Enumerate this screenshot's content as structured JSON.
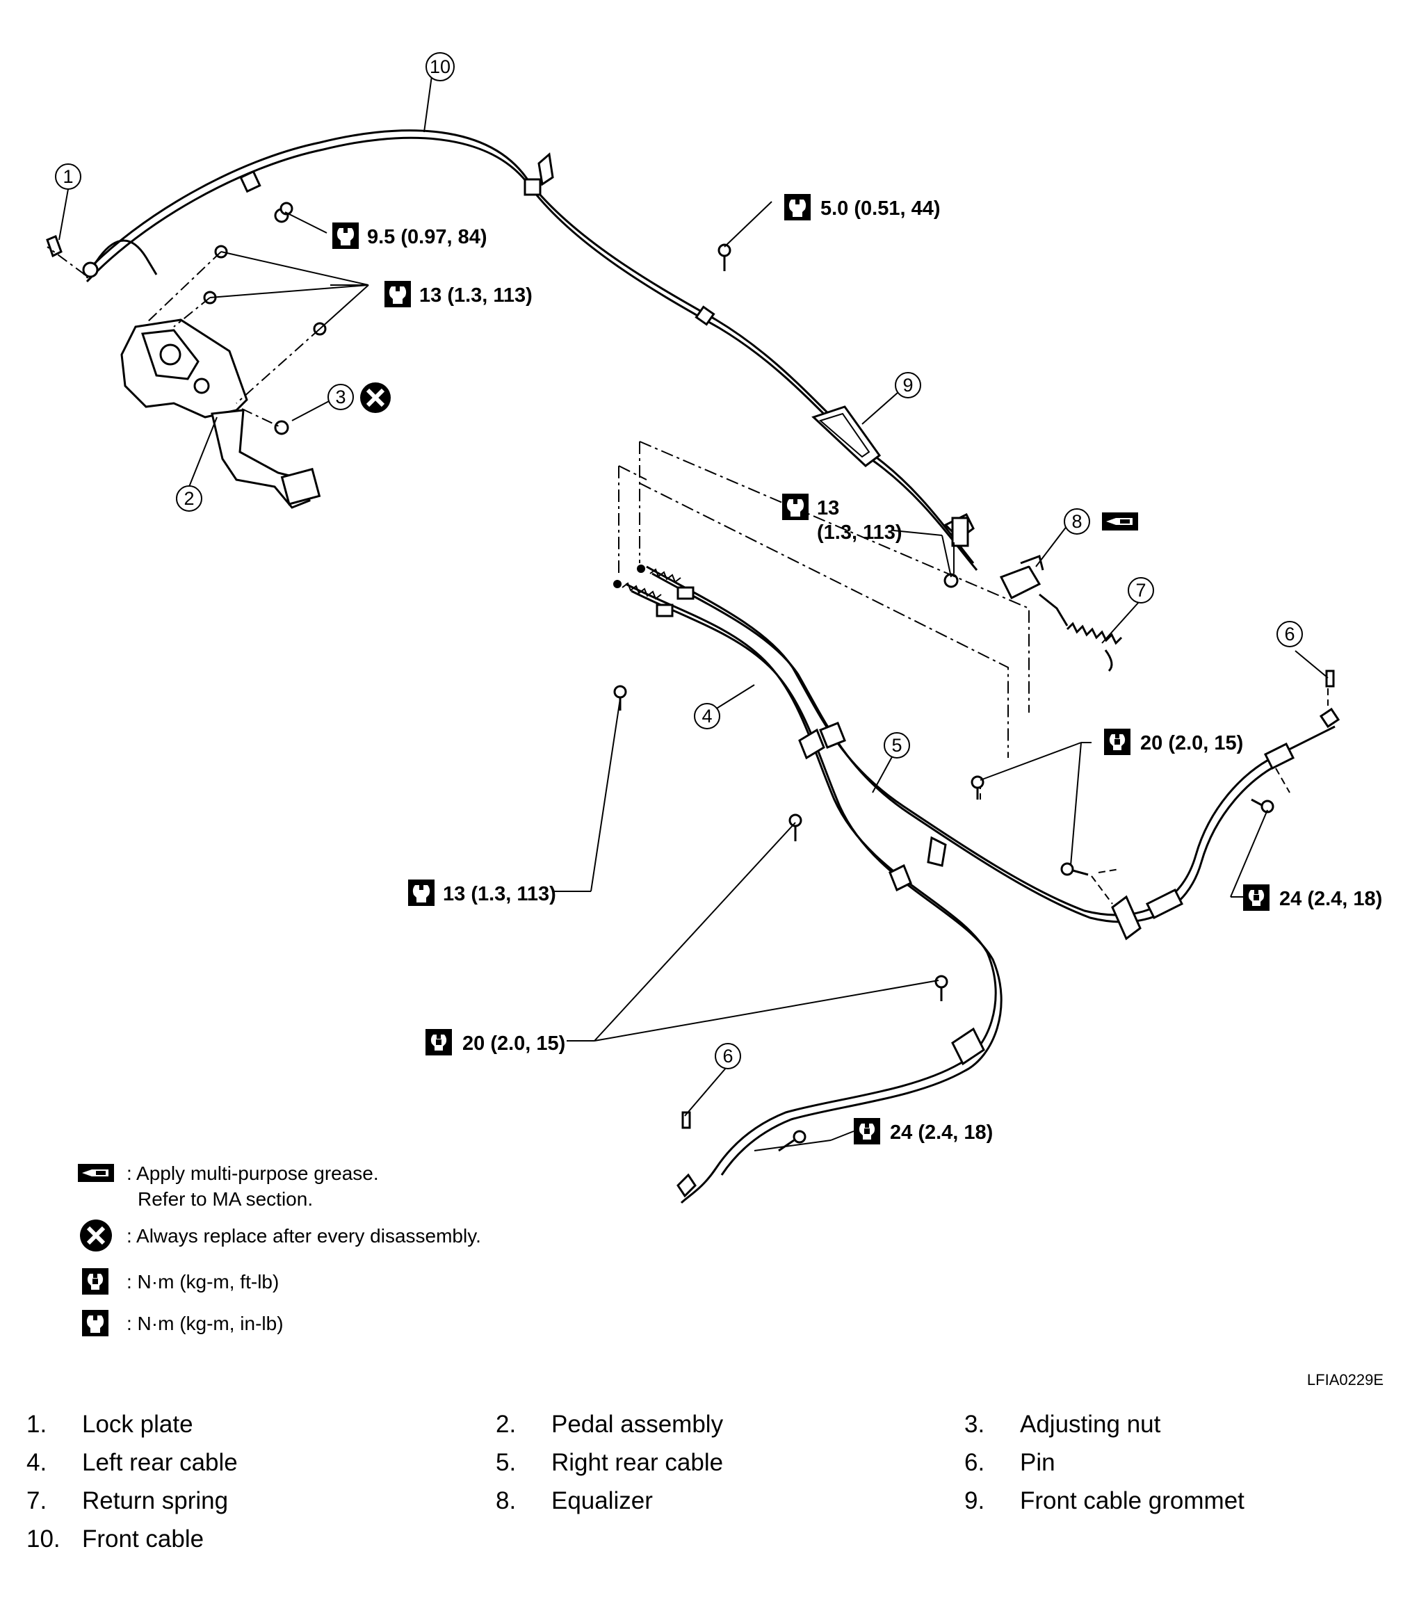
{
  "diagram": {
    "callouts": [
      "1",
      "2",
      "3",
      "4",
      "5",
      "6",
      "7",
      "8",
      "9",
      "10",
      "6"
    ],
    "torque_labels": {
      "t_pedal_cable": "9.5 (0.97, 84)",
      "t_pedal_nuts": "13 (1.3, 113)",
      "t_front_bolt": "5.0 (0.51, 44)",
      "t_equalizer_value": "13",
      "t_equalizer_spec": "(1.3, 113)",
      "t_rear_bracket": "13 (1.3, 113)",
      "t_right_bolts": "20 (2.0, 15)",
      "t_right_rear_end": "24 (2.4, 18)",
      "t_left_bolts": "20 (2.0, 15)",
      "t_left_rear_end": "24 (2.4, 18)"
    },
    "legend": {
      "grease_line1": ": Apply multi-purpose grease.",
      "grease_line2": "Refer to MA section.",
      "replace": ": Always replace after every disassembly.",
      "torque_ftlb": ": N·m (kg-m, ft-lb)",
      "torque_inlb": ": N·m (kg-m, in-lb)"
    },
    "figure_code": "LFIA0229E"
  },
  "parts": [
    {
      "num": "1.",
      "name": "Lock plate"
    },
    {
      "num": "2.",
      "name": "Pedal assembly"
    },
    {
      "num": "3.",
      "name": "Adjusting nut"
    },
    {
      "num": "4.",
      "name": "Left rear cable"
    },
    {
      "num": "5.",
      "name": "Right rear cable"
    },
    {
      "num": "6.",
      "name": "Pin"
    },
    {
      "num": "7.",
      "name": "Return spring"
    },
    {
      "num": "8.",
      "name": "Equalizer"
    },
    {
      "num": "9.",
      "name": "Front cable grommet"
    },
    {
      "num": "10.",
      "name": "Front cable"
    }
  ],
  "icons": {
    "torque_inlb": "torque-wrench-inlb-icon",
    "torque_ftlb": "torque-wrench-ftlb-icon",
    "replace": "always-replace-x-icon",
    "grease": "grease-gun-icon"
  }
}
